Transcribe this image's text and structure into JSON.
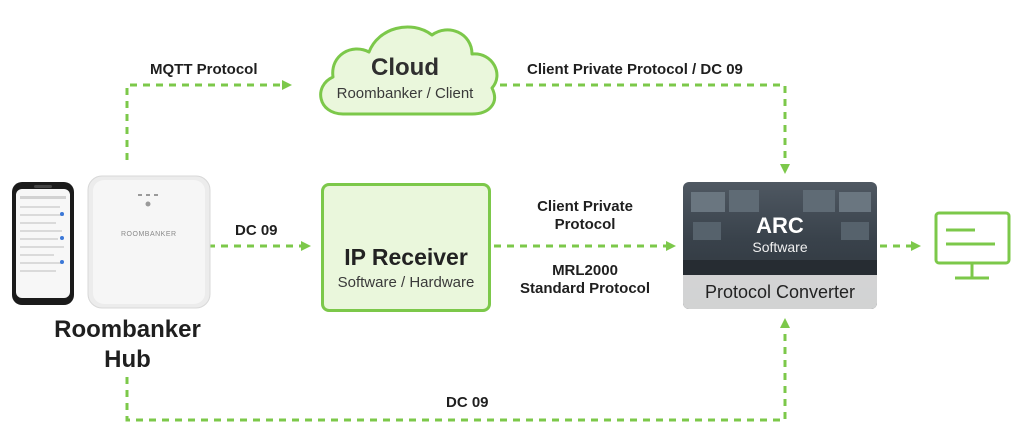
{
  "colors": {
    "accent": "#7cc84a",
    "arrow": "#7cc84a",
    "receiver_fill": "#eaf7dc",
    "text": "#1f1f1f"
  },
  "hub": {
    "title_line1": "Roombanker",
    "title_line2": "Hub",
    "device_brand": "ROOMBANKER",
    "icon": "hub-device-icon",
    "phone_icon": "smartphone-app-icon"
  },
  "cloud": {
    "title": "Cloud",
    "subtitle": "Roombanker / Client",
    "icon": "cloud-icon"
  },
  "receiver": {
    "title": "IP Receiver",
    "subtitle": "Software / Hardware",
    "icon": "server-stack-icon"
  },
  "arc": {
    "title": "ARC",
    "subtitle": "Software",
    "band": "Protocol Converter"
  },
  "endpoint": {
    "icon": "monitor-icon"
  },
  "connections": {
    "hub_to_cloud": "MQTT Protocol",
    "cloud_to_arc": "Client Private Protocol / DC 09",
    "hub_to_receiver": "DC 09",
    "receiver_to_arc_line1": "Client Private",
    "receiver_to_arc_line2": "Protocol",
    "receiver_to_arc_line3": "MRL2000",
    "receiver_to_arc_line4": "Standard Protocol",
    "hub_to_arc_bottom": "DC 09"
  }
}
